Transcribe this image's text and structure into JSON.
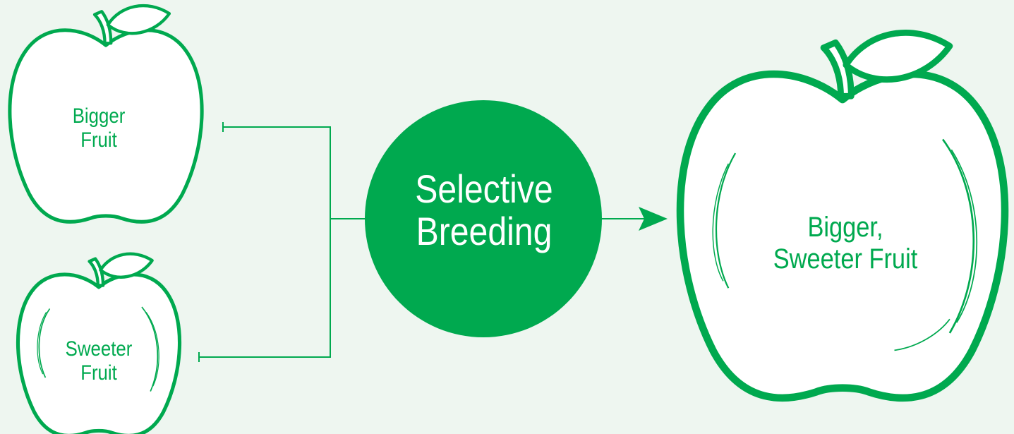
{
  "colors": {
    "background": "#eef6f0",
    "accent": "#00a94f",
    "fruit_fill": "#ffffff"
  },
  "inputs": [
    {
      "label_line1": "Bigger",
      "label_line2": "Fruit",
      "icon": "apple-icon"
    },
    {
      "label_line1": "Sweeter",
      "label_line2": "Fruit",
      "icon": "apple-with-highlight-icon"
    }
  ],
  "process": {
    "label_line1": "Selective",
    "label_line2": "Breeding"
  },
  "output": {
    "label_line1": "Bigger,",
    "label_line2": "Sweeter Fruit",
    "icon": "large-apple-icon"
  }
}
